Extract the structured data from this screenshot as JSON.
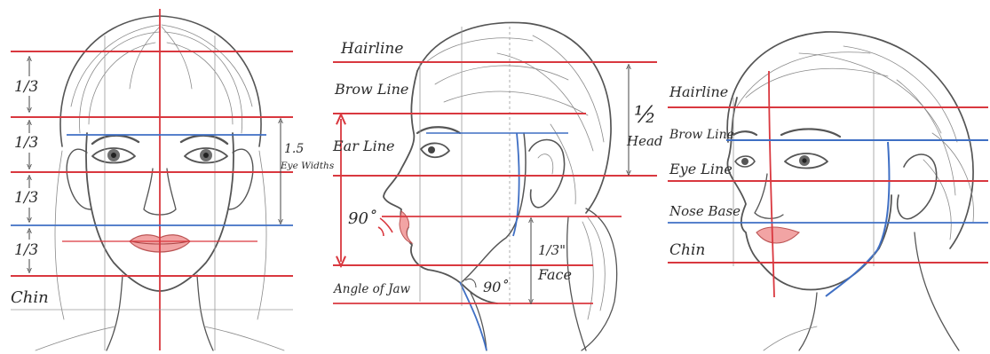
{
  "colors": {
    "red_guide": "#d9383f",
    "blue_guide": "#3f6fc4",
    "lip_tint": "#f2a4a4",
    "pencil": "#4d4d4d"
  },
  "front_view": {
    "fractions": [
      "1/3",
      "1/3",
      "1/3",
      "1/3"
    ],
    "chin_label": "Chin",
    "eye_measure_value": "1.5",
    "eye_measure_unit": "Eye Widths"
  },
  "profile_view": {
    "hairline": "Hairline",
    "brow_line": "Brow Line",
    "ear_line": "Ear Line",
    "angle_of_jaw": "Angle of Jaw",
    "angle_upper": "90˚",
    "angle_lower": "90˚",
    "half_fraction": "½",
    "half_unit": "Head",
    "face_fraction": "1/3\"",
    "face_unit": "Face"
  },
  "three_quarter_view": {
    "hairline": "Hairline",
    "brow_line": "Brow Line",
    "eye_line": "Eye Line",
    "nose_base": "Nose Base",
    "chin": "Chin"
  }
}
